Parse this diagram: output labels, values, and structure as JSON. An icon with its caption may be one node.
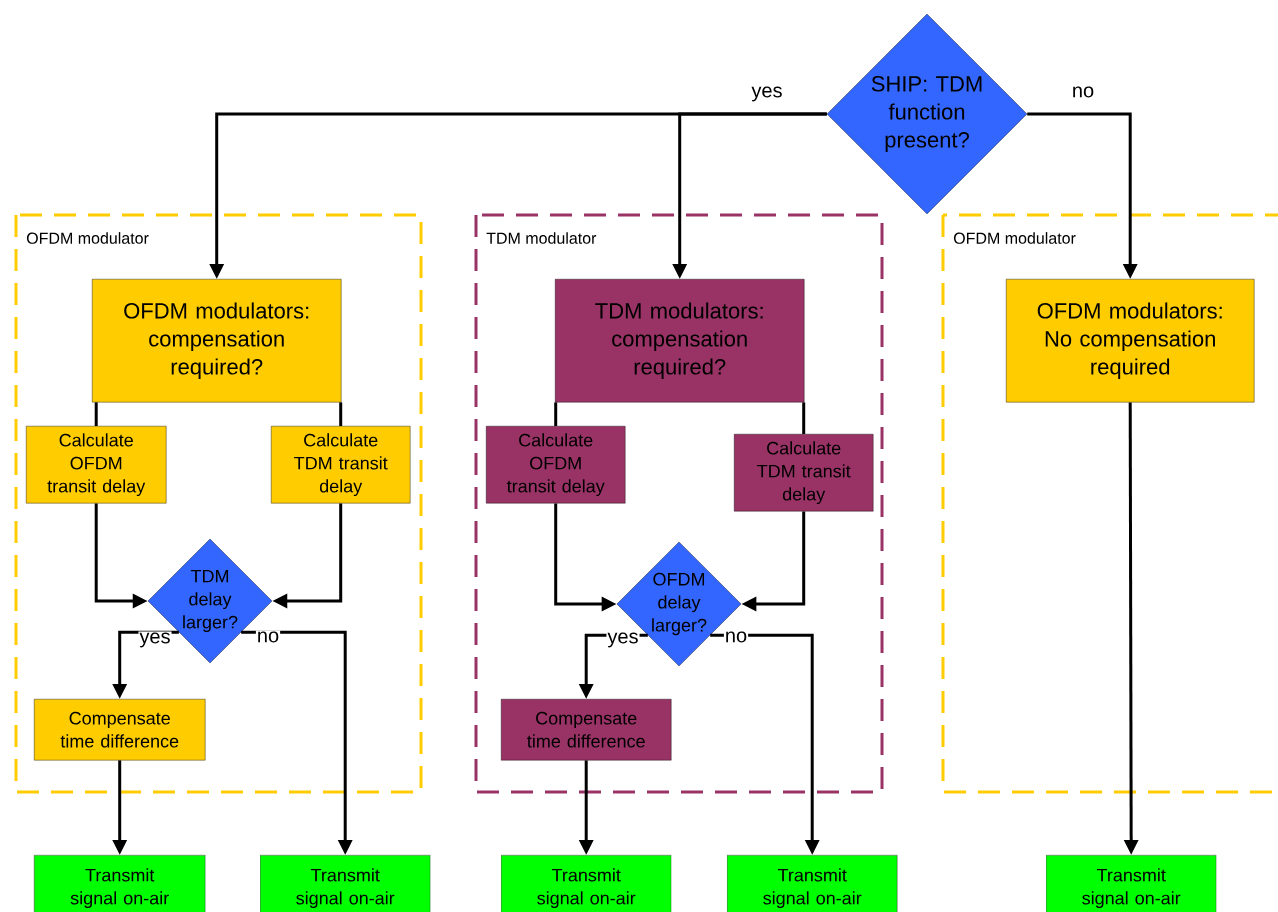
{
  "diagram": {
    "nodes": [
      {
        "text": [
          "SHIP: TDM function present?"
        ]
      },
      {
        "text": [
          "OFDM modulator"
        ]
      },
      {
        "text": [
          "OFDM modulators: compensation required?"
        ],
        "in": 1
      },
      {
        "text": [
          "Calculate OFDM transit delay"
        ],
        "in": 1
      },
      {
        "text": [
          "Calculate TDM transit delay"
        ],
        "in": 1
      },
      {
        "text": [
          "TDM delay larger?"
        ],
        "in": 1
      },
      {
        "text": [
          "Compensate time difference"
        ],
        "in": 1
      },
      {
        "text": [
          "TDM modulator"
        ]
      },
      {
        "text": [
          "TDM modulators: compensation required?"
        ],
        "in": 7
      },
      {
        "text": [
          "Calculate OFDM transit delay"
        ],
        "in": 7
      },
      {
        "text": [
          "Calculate TDM transit delay"
        ],
        "in": 7
      },
      {
        "text": [
          "OFDM delay larger?"
        ],
        "in": 7
      },
      {
        "text": [
          "Compensate time difference"
        ],
        "in": 7
      },
      {
        "text": [
          "OFDM modulator"
        ]
      },
      {
        "text": [
          "OFDM modulators: No compensation required"
        ],
        "in": 13
      },
      {
        "text": [
          "Transmit signal on-air"
        ]
      },
      {
        "text": [
          "Transmit signal on-air"
        ]
      },
      {
        "text": [
          "Transmit signal on-air"
        ]
      },
      {
        "text": [
          "Transmit signal on-air"
        ]
      },
      {
        "text": [
          "Transmit signal on-air"
        ]
      }
    ],
    "edges": [
      {
        "from": 0,
        "to": 2,
        "arrow": "to",
        "label": "yes"
      },
      {
        "from": 0,
        "to": 8,
        "arrow": "to"
      },
      {
        "from": 0,
        "to": 14,
        "arrow": "to",
        "label": "no"
      },
      {
        "from": 2,
        "to": 3,
        "arrow": "none"
      },
      {
        "from": 2,
        "to": 4,
        "arrow": "none"
      },
      {
        "from": 3,
        "to": 5,
        "arrow": "to"
      },
      {
        "from": 4,
        "to": 5,
        "arrow": "to"
      },
      {
        "from": 5,
        "to": 6,
        "arrow": "to",
        "label": "yes"
      },
      {
        "from": 5,
        "to": 16,
        "arrow": "to",
        "label": "no"
      },
      {
        "from": 6,
        "to": 15,
        "arrow": "to"
      },
      {
        "from": 8,
        "to": 9,
        "arrow": "none"
      },
      {
        "from": 8,
        "to": 10,
        "arrow": "none"
      },
      {
        "from": 9,
        "to": 11,
        "arrow": "to"
      },
      {
        "from": 10,
        "to": 11,
        "arrow": "to"
      },
      {
        "from": 11,
        "to": 12,
        "arrow": "to",
        "label": "yes"
      },
      {
        "from": 11,
        "to": 18,
        "arrow": "to",
        "label": "no"
      },
      {
        "from": 12,
        "to": 17,
        "arrow": "to"
      },
      {
        "from": 14,
        "to": 19,
        "arrow": "to"
      }
    ]
  }
}
